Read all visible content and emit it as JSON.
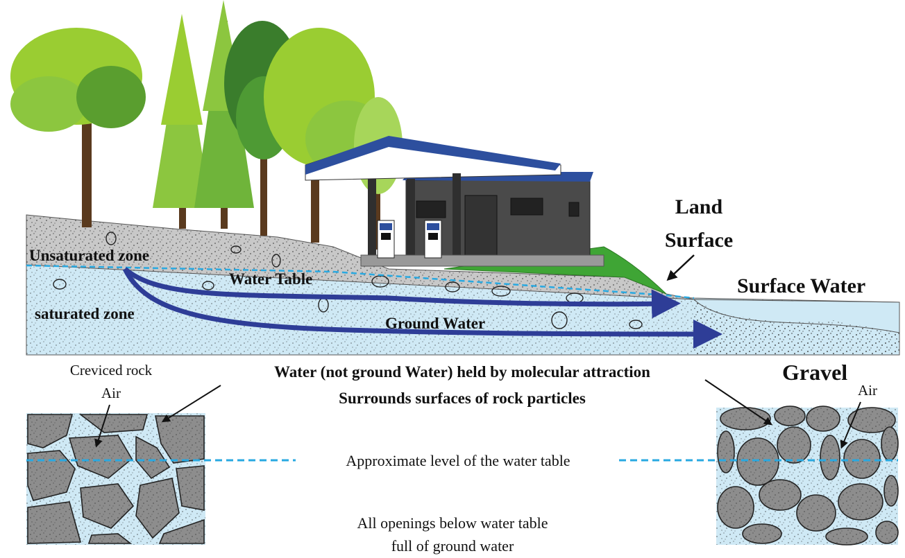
{
  "labels": {
    "land_surface": [
      "Land",
      "Surface"
    ],
    "surface_water": "Surface Water",
    "unsaturated_zone": "Unsaturated zone",
    "water_table": "Water Table",
    "saturated_zone": "saturated zone",
    "ground_water": "Ground Water",
    "creviced_rock": "Creviced rock",
    "air_left": "Air",
    "gravel": "Gravel",
    "air_right": "Air",
    "molecular": [
      "Water (not ground Water) held by molecular attraction",
      "Surrounds surfaces of rock particles"
    ],
    "water_table_level": "Approximate level of the water table",
    "openings": [
      "All openings below water table",
      "full of ground water"
    ]
  },
  "colors": {
    "water": "#cfe9f5",
    "water_table_line": "#29a9e1",
    "flow_arrow": "#2e3d97",
    "soil": "#c8c8c8",
    "rock": "#8d8d8d",
    "grass": "#3fa535",
    "roof": "#2d4f9e",
    "building": "#4a4a4a",
    "tree_light": "#9acd32",
    "tree_dark": "#3a7d2c",
    "trunk": "#5a3a1e"
  },
  "icons": [
    "tree-icon",
    "gas-station-icon",
    "fuel-pump-icon"
  ]
}
